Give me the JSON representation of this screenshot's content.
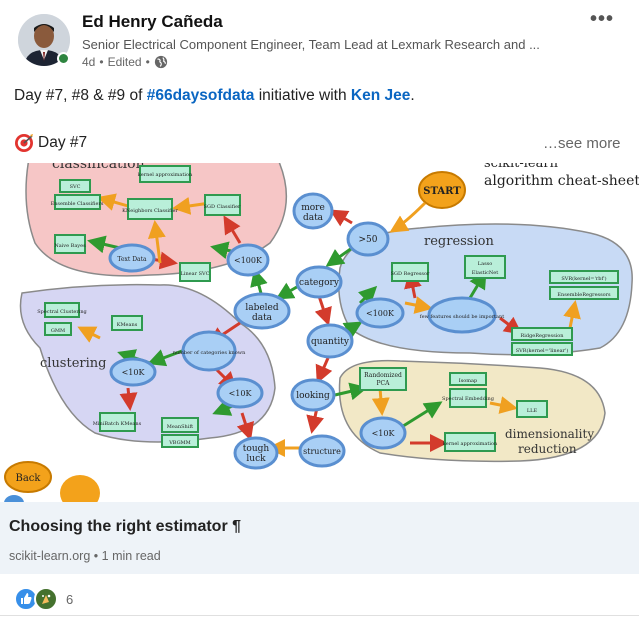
{
  "author": {
    "name": "Ed Henry Cañeda",
    "headline": "Senior Electrical Component Engineer, Team Lead at Lexmark Research and ...",
    "time": "4d",
    "edited": "Edited",
    "separator": "•"
  },
  "post": {
    "text_prefix": "Day #7, #8 & #9 of ",
    "hashtag": "#66daysofdata",
    "text_mid": " initiative with ",
    "mention": "Ken Jee",
    "text_end": ".",
    "day_label": "Day #7",
    "see_more": "…see more"
  },
  "diagram": {
    "title_line1": "scikit-learn",
    "title_line2": "algorithm cheat-sheet",
    "start": "START",
    "back": "Back",
    "regions": {
      "classification": "classification",
      "clustering": "clustering",
      "regression": "regression",
      "dimensionality1": "dimensionality",
      "dimensionality2": "reduction"
    },
    "nodes": {
      "more_data1": "more",
      "more_data2": "data",
      "n50": ">50",
      "category": "category",
      "labeled1": "labeled",
      "labeled2": "data",
      "quantity": "quantity",
      "looking": "looking",
      "tough1": "tough",
      "tough2": "luck",
      "structure": "structure",
      "k100_left": "<100K",
      "k100_reg": "<100K",
      "k10_clf": "<10K",
      "k10_clu": "<10K",
      "k10_dim": "<10K",
      "text_data": "Text Data",
      "num_categories": "number of categories known",
      "few_features": "few features should be important"
    },
    "boxes": {
      "svc": "SVC",
      "ensemble_clf": "Ensemble Classifiers",
      "kernel_approx_top": "kernel approximation",
      "kneighbors": "KNeighbors Classifier",
      "sgd_clf": "SGD Classifier",
      "naive_bayes": "Naive Bayes",
      "linear_svc": "Linear SVC",
      "spectral_clu": "Spectral Clustering",
      "gmm": "GMM",
      "kmeans": "KMeans",
      "minibatch": "MiniBatch KMeans",
      "meanshift": "MeanShift",
      "vbgmm": "VBGMM",
      "sgd_reg": "SGD Regressor",
      "lasso": "Lasso",
      "elasticnet": "ElasticNet",
      "svr_rbf": "SVR(kernel='rbf')",
      "ensemble_reg": "EnsembleRegressors",
      "ridge": "RidgeRegression",
      "svr_linear": "SVR(kernel='linear')",
      "randomized_pca1": "Randomized",
      "randomized_pca2": "PCA",
      "isomap": "Isomap",
      "spectral_emb": "Spectral Embedding",
      "lle": "LLE",
      "kernel_approx_dim": "kernel approximation"
    }
  },
  "link_card": {
    "title": "Choosing the right estimator ¶",
    "source": "scikit-learn.org",
    "read_time": "1 min read",
    "dot": "•"
  },
  "reactions": {
    "count": "6"
  },
  "colors": {
    "link": "#0a66c2",
    "online": "#2e8540",
    "classification": "#f6c6c6",
    "clustering": "#d6d6f3",
    "regression": "#c8daf5",
    "dimensionality": "#f2e8c6",
    "node": "#a9cff5",
    "box": "#b9efd9",
    "start": "#f3a21b"
  }
}
